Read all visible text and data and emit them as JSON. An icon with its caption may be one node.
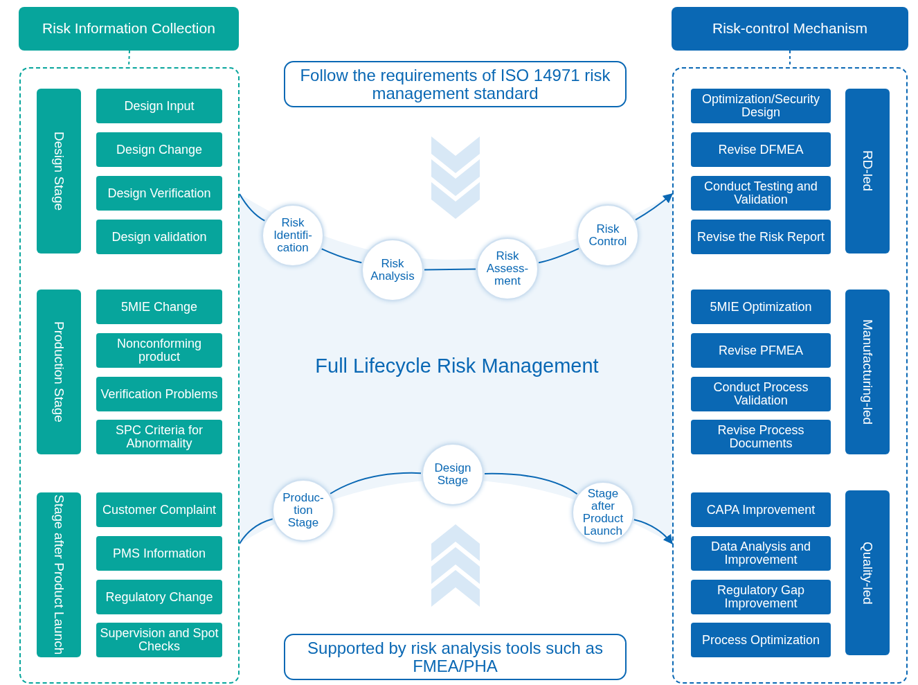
{
  "diagram": {
    "nodes": [
      {
        "text": [
          "Risk Information Collection"
        ]
      },
      {
        "text": [],
        "shape": "box"
      },
      {
        "text": [
          "Design Stage"
        ],
        "in": 1
      },
      {
        "text": [
          "Design Input"
        ],
        "in": 1
      },
      {
        "text": [
          "Design Change"
        ],
        "in": 1
      },
      {
        "text": [
          "Design Verification"
        ],
        "in": 1
      },
      {
        "text": [
          "Design validation"
        ],
        "in": 1
      },
      {
        "text": [
          "Production Stage"
        ],
        "in": 1
      },
      {
        "text": [
          "5MIE Change"
        ],
        "in": 1
      },
      {
        "text": [
          "Nonconforming product"
        ],
        "in": 1
      },
      {
        "text": [
          "Verification Problems"
        ],
        "in": 1
      },
      {
        "text": [
          "SPC Criteria for Abnormality"
        ],
        "in": 1
      },
      {
        "text": [
          "Stage after Product Launch"
        ],
        "in": 1
      },
      {
        "text": [
          "Customer Complaint"
        ],
        "in": 1
      },
      {
        "text": [
          "PMS Information"
        ],
        "in": 1
      },
      {
        "text": [
          "Regulatory Change"
        ],
        "in": 1
      },
      {
        "text": [
          "Supervision and Spot Checks"
        ],
        "in": 1
      },
      {
        "text": [
          "Follow the requirements of ISO 14971 risk management standard"
        ]
      },
      {
        "text": [
          "Risk Identifi-cation"
        ]
      },
      {
        "text": [
          "Risk Analysis"
        ]
      },
      {
        "text": [
          "Risk Assess-ment"
        ]
      },
      {
        "text": [
          "Risk Control"
        ]
      },
      {
        "text": [
          "Design Stage"
        ]
      },
      {
        "text": [
          "Produc-tion Stage"
        ]
      },
      {
        "text": [
          "Stage after Product Launch"
        ]
      },
      {
        "text": [
          "Supported by risk analysis tools such as FMEA/PHA"
        ]
      },
      {
        "text": [
          "Risk-control Mechanism"
        ]
      },
      {
        "text": [],
        "shape": "box"
      },
      {
        "text": [
          "Optimization/Security Design"
        ],
        "in": 27
      },
      {
        "text": [
          "Revise DFMEA"
        ],
        "in": 27
      },
      {
        "text": [
          "Conduct Testing and Validation"
        ],
        "in": 27
      },
      {
        "text": [
          "Revise the Risk Report"
        ],
        "in": 27
      },
      {
        "text": [
          "RD-led"
        ],
        "in": 27
      },
      {
        "text": [
          "5MIE Optimization"
        ],
        "in": 27
      },
      {
        "text": [
          "Revise PFMEA"
        ],
        "in": 27
      },
      {
        "text": [
          "Conduct Process Validation"
        ],
        "in": 27
      },
      {
        "text": [
          "Revise Process Documents"
        ],
        "in": 27
      },
      {
        "text": [
          "Manufacturing-led"
        ],
        "in": 27
      },
      {
        "text": [
          "CAPA Improvement"
        ],
        "in": 27
      },
      {
        "text": [
          "Data Analysis and Improvement"
        ],
        "in": 27
      },
      {
        "text": [
          "Regulatory Gap Improvement"
        ],
        "in": 27
      },
      {
        "text": [
          "Process Optimization"
        ],
        "in": 27
      },
      {
        "text": [
          "Quality-led"
        ],
        "in": 27
      }
    ],
    "edges": [
      {
        "from": 0,
        "to": 1,
        "arrow": "none",
        "style": "dashed",
        "color": "#07a59c"
      },
      {
        "from": 26,
        "to": 27,
        "arrow": "none",
        "style": "dashed"
      },
      {
        "from": 1,
        "to": 18,
        "arrow": "none"
      },
      {
        "from": 18,
        "to": 19,
        "arrow": "none"
      },
      {
        "from": 19,
        "to": 20,
        "arrow": "none"
      },
      {
        "from": 20,
        "to": 21,
        "arrow": "none"
      },
      {
        "from": 21,
        "to": 27,
        "arrow": "to"
      },
      {
        "from": 1,
        "to": 23,
        "arrow": "none"
      },
      {
        "from": 23,
        "to": 22,
        "arrow": "none"
      },
      {
        "from": 22,
        "to": 24,
        "arrow": "none"
      },
      {
        "from": 24,
        "to": 27,
        "arrow": "to"
      }
    ],
    "labels": [
      "Full Lifecycle Risk Management"
    ]
  }
}
